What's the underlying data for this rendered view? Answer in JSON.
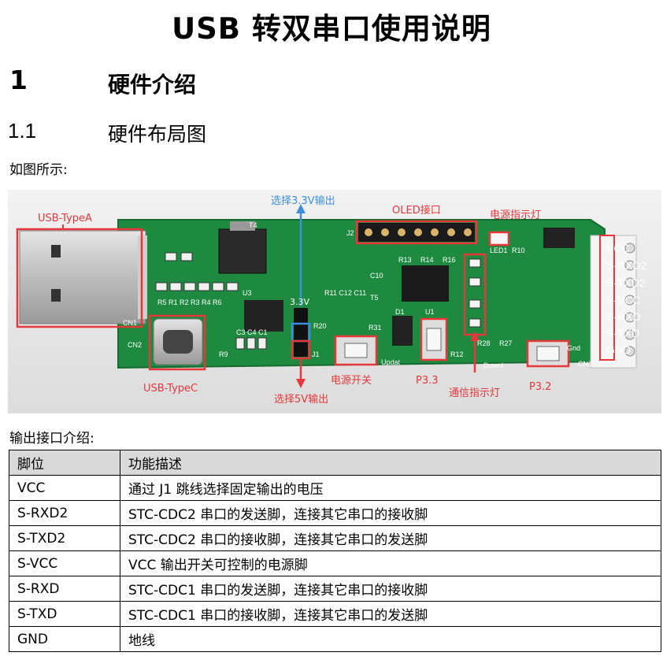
{
  "doc": {
    "title": "USB 转双串口使用说明",
    "section1": {
      "number": "1",
      "title": "硬件介绍"
    },
    "section11": {
      "number": "1.1",
      "title": "硬件布局图"
    },
    "intro": "如图所示:",
    "output_intro": "输出接口介绍:"
  },
  "figure": {
    "labels": {
      "usb_typea": "USB-TypeA",
      "usb_typec": "USB-TypeC",
      "select_33v": "选择3.3V输出",
      "select_5v": "选择5V输出",
      "oled": "OLED接口",
      "power_led": "电源指示灯",
      "power_switch": "电源开关",
      "p33": "P3.3",
      "comm_led": "通信指示灯",
      "p32": "P3.2",
      "v33": "3.3V"
    },
    "pins": [
      "VCC",
      "S-RXD2",
      "S-TXD2",
      "S-VCC",
      "S-RXD",
      "S-TXD",
      "GND"
    ],
    "silkscreen": {
      "cn1": "CN1",
      "cn2": "CN2",
      "cn3": "CN3",
      "t4": "T4",
      "u3": "U3",
      "j2": "J2",
      "j1": "J1",
      "u1": "U1",
      "r_row": "R5 R1 R2 R3 R4 R6",
      "caps": "C3 C4 C1",
      "r9": "R9",
      "r20": "R20",
      "r31": "R31",
      "led1": "LED1",
      "r10": "R10",
      "updat": "Updat",
      "downl": "Downl",
      "r13": "R13",
      "r14": "R14",
      "r16": "R16",
      "c10": "C10",
      "r11": "R11 C12 C11",
      "t5": "T5",
      "d1": "D1",
      "r28": "R28",
      "r27": "R27",
      "r12": "R12",
      "gnd_s": "Gnd"
    },
    "colors": {
      "pcb": "#1d8a3f",
      "annotation": "#e8373a",
      "blue": "#3d8ee0"
    }
  },
  "table": {
    "headers": [
      "脚位",
      "功能描述"
    ],
    "rows": [
      {
        "pin": "VCC",
        "desc": "通过 J1 跳线选择固定输出的电压"
      },
      {
        "pin": "S-RXD2",
        "desc": "STC-CDC2 串口的发送脚，连接其它串口的接收脚"
      },
      {
        "pin": "S-TXD2",
        "desc": "STC-CDC2 串口的接收脚，连接其它串口的发送脚"
      },
      {
        "pin": "S-VCC",
        "desc": "VCC 输出开关可控制的电源脚"
      },
      {
        "pin": "S-RXD",
        "desc": "STC-CDC1 串口的发送脚，连接其它串口的接收脚"
      },
      {
        "pin": "S-TXD",
        "desc": "STC-CDC1 串口的接收脚，连接其它串口的发送脚"
      },
      {
        "pin": "GND",
        "desc": "地线"
      }
    ]
  }
}
